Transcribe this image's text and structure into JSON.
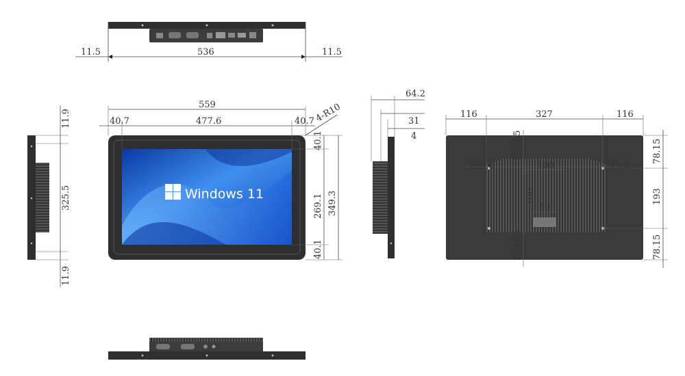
{
  "brand": {
    "logo_text": "Windows 11"
  },
  "dimensions": {
    "top_view": {
      "left_margin": "11.5",
      "overall_width": "536",
      "right_margin": "11.5"
    },
    "front_view": {
      "overall_width": "559",
      "bezel_left": "40.7",
      "screen_width": "477.6",
      "bezel_right": "40.7",
      "corner_radius": "4-R10",
      "bezel_top": "40.1",
      "screen_height": "269.1",
      "overall_height": "349.3",
      "bezel_bottom": "40.1"
    },
    "left_side_view": {
      "top_offset": "11.9",
      "mount_height": "325.5",
      "bottom_offset": "11.9"
    },
    "right_side_view": {
      "total_depth": "64.2",
      "body_depth": "31",
      "front_depth": "4"
    },
    "rear_view": {
      "left_margin": "116",
      "hole_spacing_x": "327",
      "right_margin": "116",
      "top_margin": "78.15",
      "hole_spacing_y": "193",
      "bottom_margin": "78.15",
      "left_hole_offset": "229.6",
      "right_hole_offset": "229.5",
      "vesa_width": "100",
      "vesa_height": "100",
      "upper_offset": "129.65",
      "lower_offset": "119.65",
      "label_width": "50"
    }
  },
  "colors": {
    "body": "#3a3a3a",
    "screen_blue": "#1f63d6",
    "line": "#444444",
    "background": "#ffffff"
  }
}
